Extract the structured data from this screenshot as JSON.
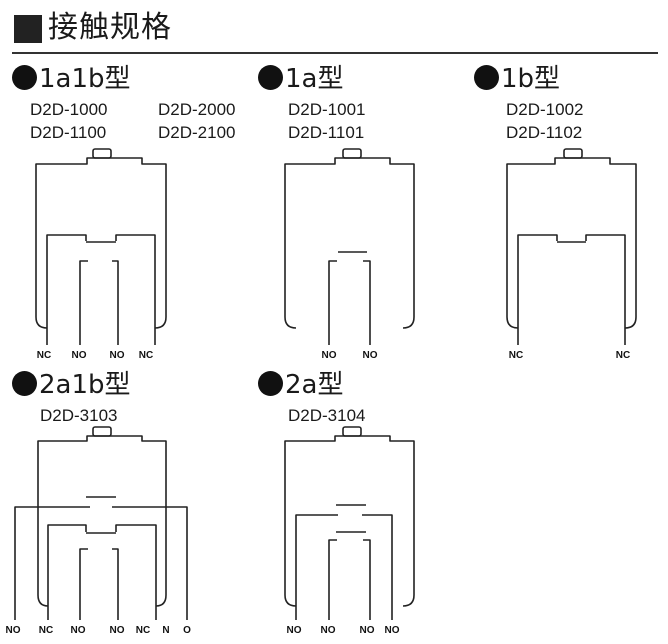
{
  "header": {
    "title": "接触规格"
  },
  "sections": {
    "s1": {
      "title": "1a1b型",
      "models": [
        "D2D-1000",
        "D2D-2000",
        "D2D-1100",
        "D2D-2100"
      ],
      "terminals": [
        "NC",
        "NO",
        "NO",
        "NC"
      ]
    },
    "s2": {
      "title": "1a型",
      "models": [
        "D2D-1001",
        "D2D-1101"
      ],
      "terminals": [
        "NO",
        "NO"
      ]
    },
    "s3": {
      "title": "1b型",
      "models": [
        "D2D-1002",
        "D2D-1102"
      ],
      "terminals": [
        "NC",
        "NC"
      ]
    },
    "s4": {
      "title": "2a1b型",
      "models": [
        "D2D-3103"
      ],
      "terminals": [
        "NO",
        "NC",
        "NO",
        "NO",
        "NC",
        "N",
        "O"
      ]
    },
    "s5": {
      "title": "2a型",
      "models": [
        "D2D-3104"
      ],
      "terminals": [
        "NO",
        "NO",
        "NO",
        "NO"
      ]
    }
  },
  "colors": {
    "line": "#222222",
    "rule": "#333333"
  }
}
